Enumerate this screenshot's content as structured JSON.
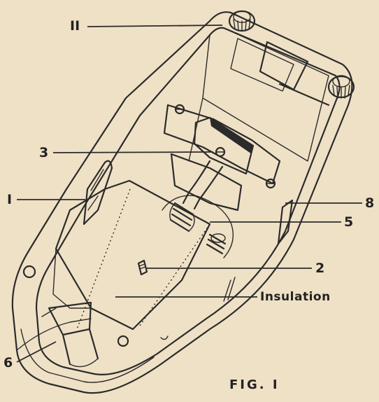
{
  "labels": {
    "l11": "II",
    "l3": "3",
    "l1": "I",
    "l8": "8",
    "l5": "5",
    "l2": "2",
    "insulation": "Insulation",
    "l6": "6"
  },
  "caption": "FIG. I",
  "colors": {
    "paper": "#efe1c6",
    "ink": "#2b2b2b"
  }
}
